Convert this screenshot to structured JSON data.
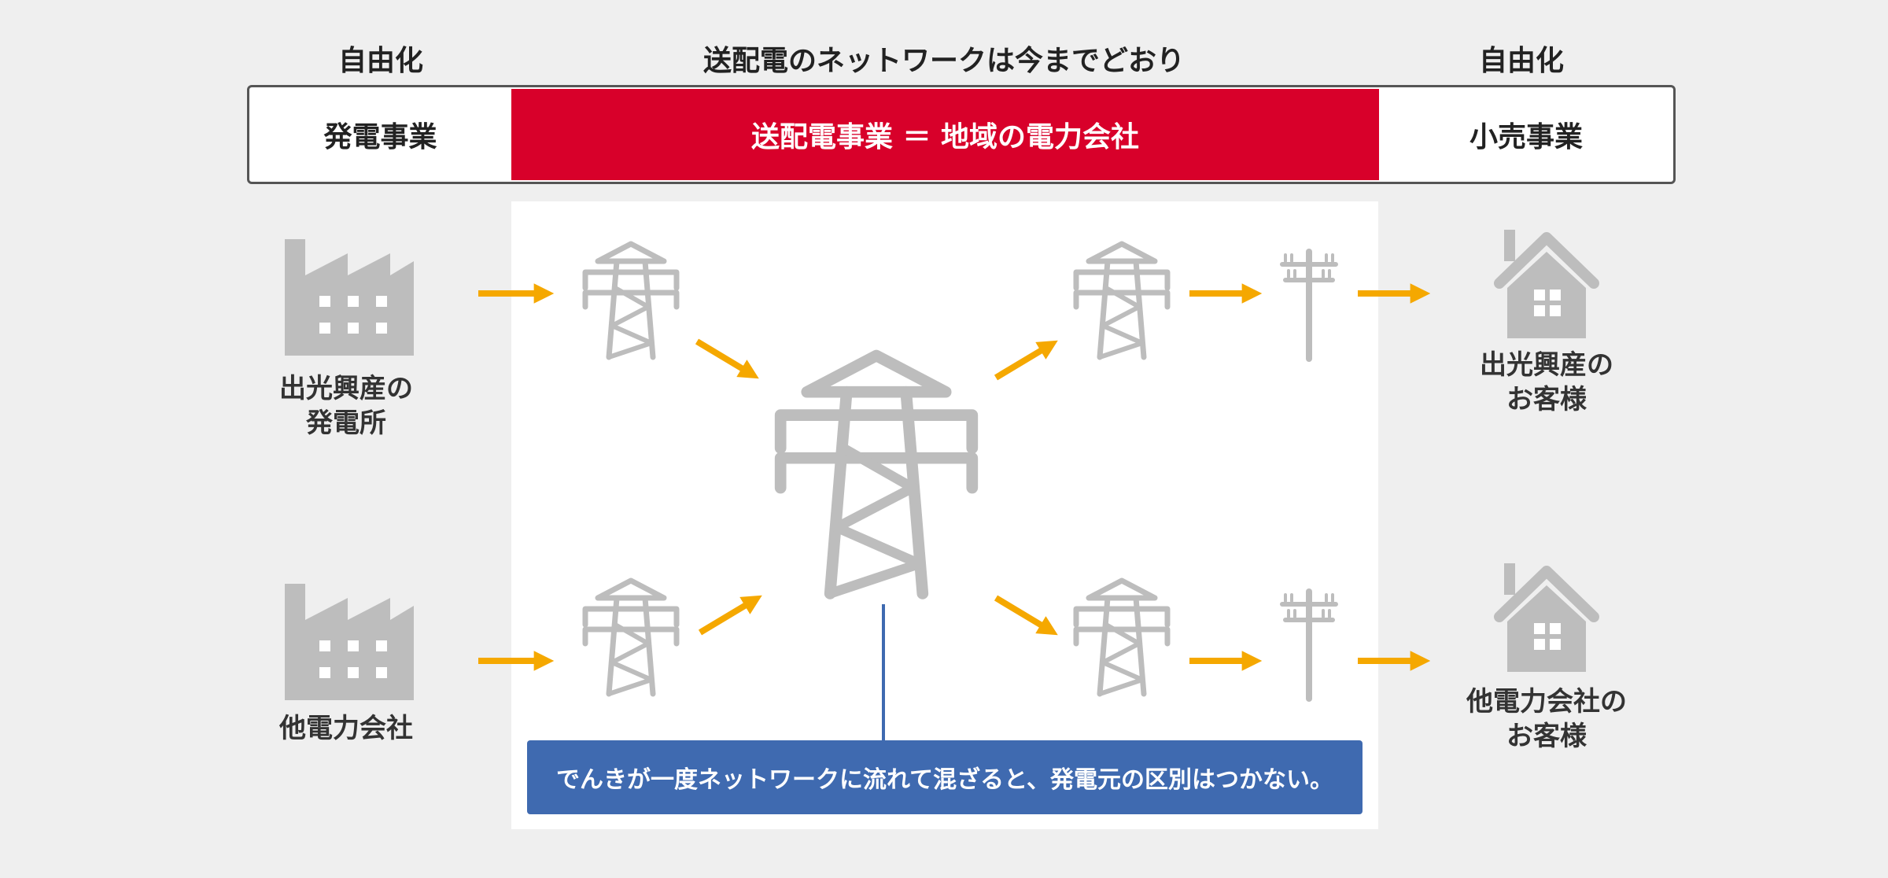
{
  "header": {
    "left": "自由化",
    "center": "送配電のネットワークは今までどおり",
    "right": "自由化"
  },
  "bar": {
    "left": "発電事業",
    "center": "送配電事業 ＝ 地域の電力会社",
    "right": "小売事業"
  },
  "sources": {
    "top": {
      "line1": "出光興産の",
      "line2": "発電所"
    },
    "bottom": {
      "line1": "他電力会社"
    }
  },
  "customers": {
    "top": {
      "line1": "出光興産の",
      "line2": "お客様"
    },
    "bottom": {
      "line1": "他電力会社の",
      "line2": "お客様"
    }
  },
  "note": "でんきが一度ネットワークに流れて混ざると、発電元の区別はつかない。",
  "icons": [
    "factory-icon",
    "transmission-tower-icon",
    "utility-pole-icon",
    "house-icon",
    "arrow-icon"
  ],
  "colors": {
    "accent_red": "#d8002a",
    "note_blue": "#3f6ab0",
    "arrow_orange": "#f5a800",
    "icon_gray": "#bdbdbd"
  }
}
